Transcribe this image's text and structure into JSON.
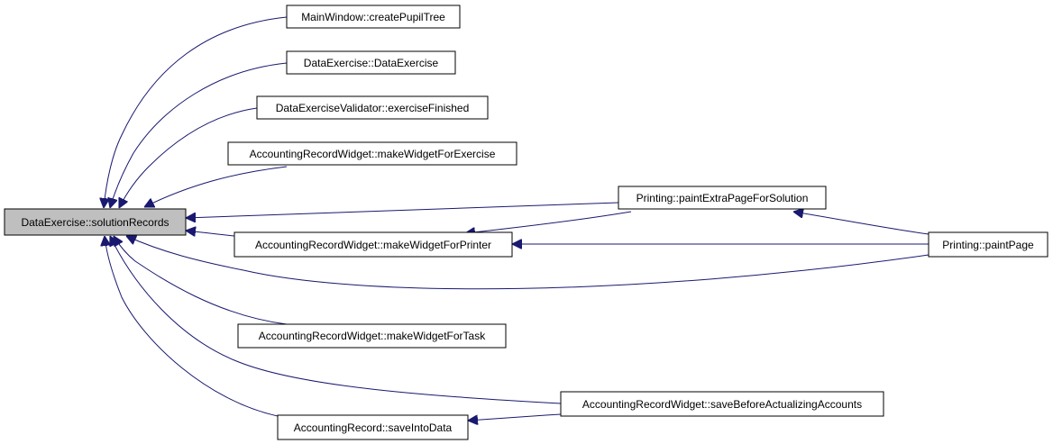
{
  "colors": {
    "edge": "#191970",
    "root_fill": "#bfbfbf",
    "node_fill": "#ffffff"
  },
  "nodes": {
    "root": "DataExercise::solutionRecords",
    "create_pupil_tree": "MainWindow::createPupilTree",
    "data_exercise": "DataExercise::DataExercise",
    "exercise_finished": "DataExerciseValidator::exerciseFinished",
    "make_widget_for_exercise": "AccountingRecordWidget::makeWidgetForExercise",
    "paint_extra_page": "Printing::paintExtraPageForSolution",
    "make_widget_for_printer": "AccountingRecordWidget::makeWidgetForPrinter",
    "paint_page": "Printing::paintPage",
    "make_widget_for_task": "AccountingRecordWidget::makeWidgetForTask",
    "save_before_actualizing": "AccountingRecordWidget::saveBeforeActualizingAccounts",
    "save_into_data": "AccountingRecord::saveIntoData"
  }
}
